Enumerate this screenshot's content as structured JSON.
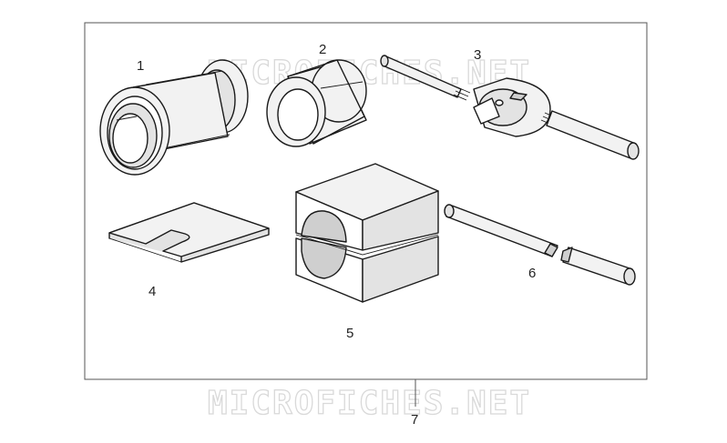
{
  "watermark": {
    "text": "MICROFICHES.NET"
  },
  "callouts": {
    "part1": "1",
    "part2": "2",
    "part3": "3",
    "part4": "4",
    "part5": "5",
    "part6": "6",
    "assembly": "7"
  }
}
